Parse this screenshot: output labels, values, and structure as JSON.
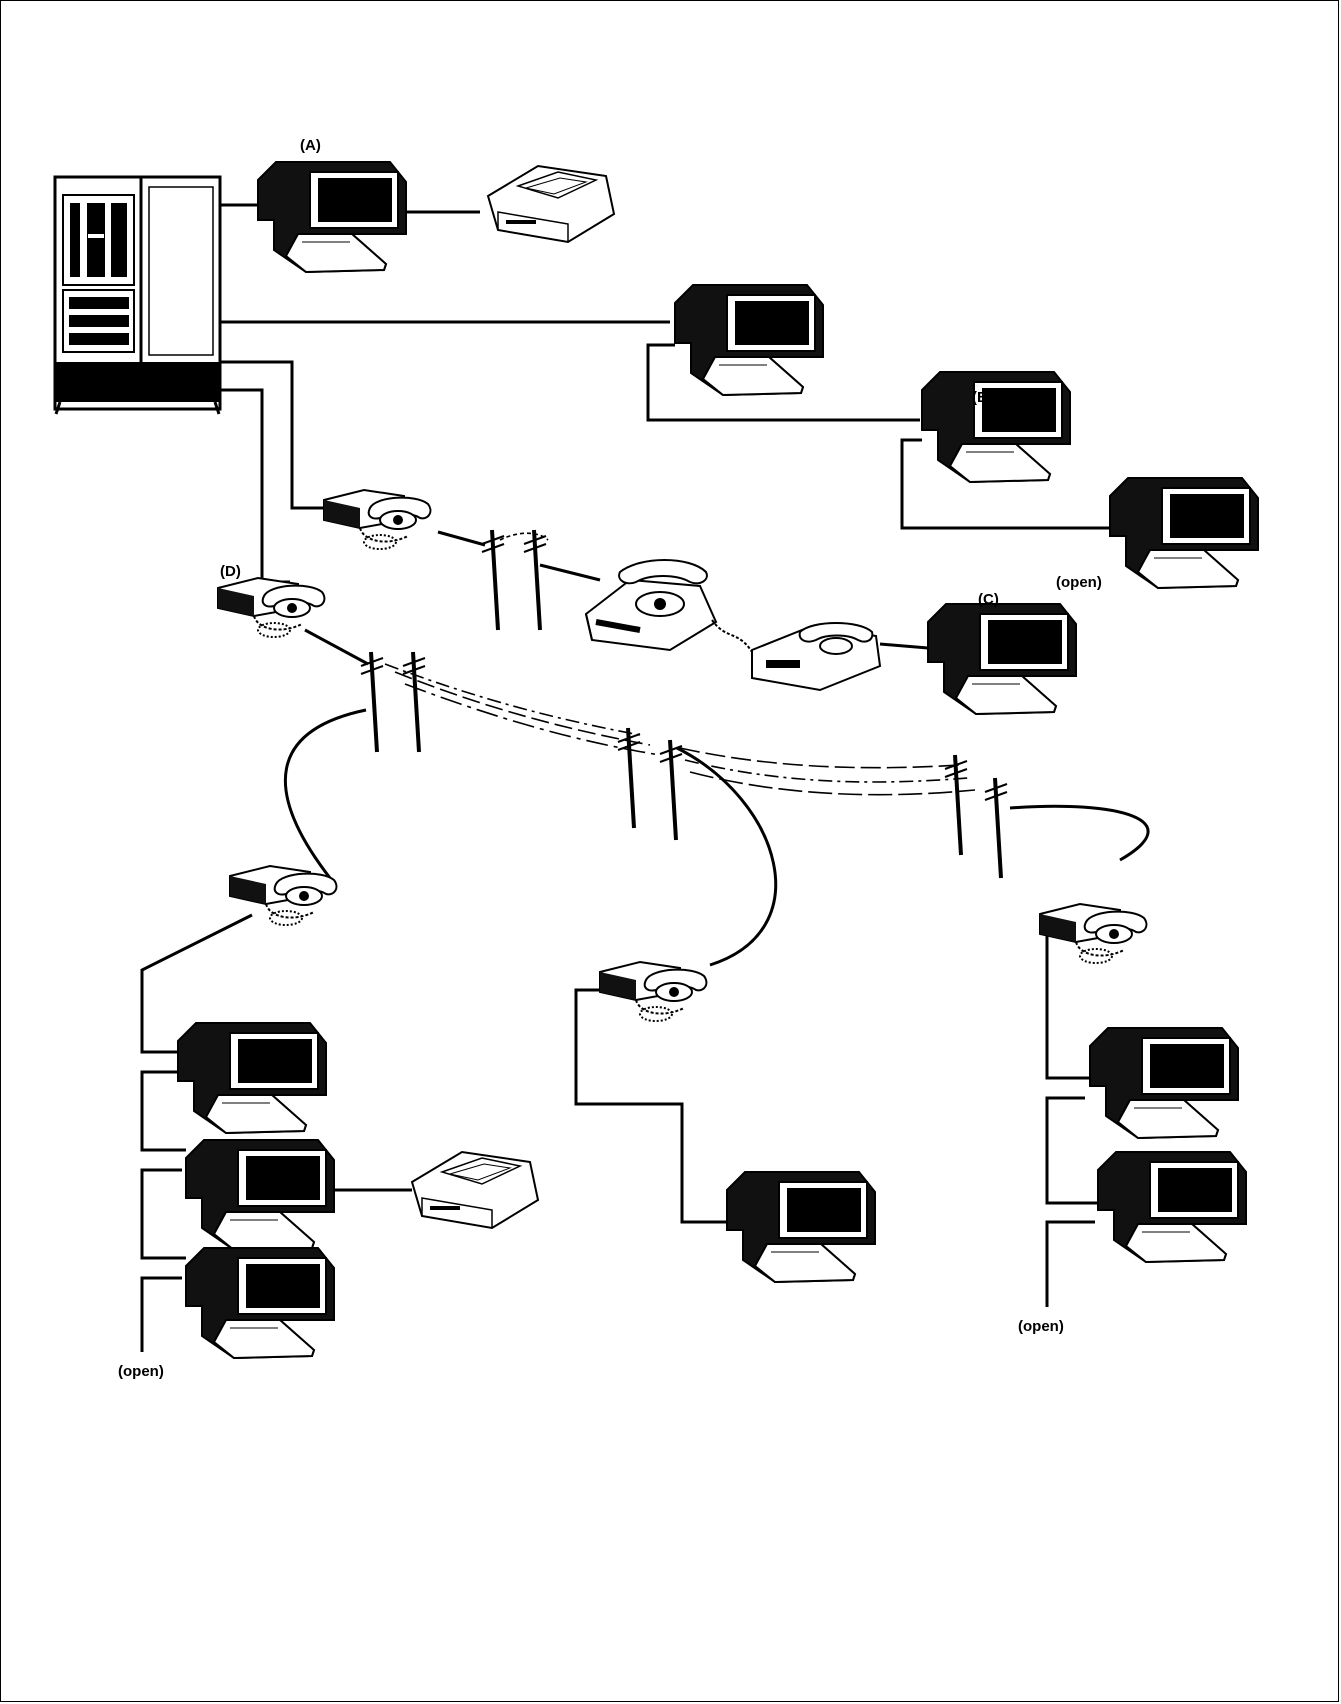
{
  "labels": {
    "a": "(A)",
    "b": "(B)",
    "c": "(C)",
    "d": "(D)",
    "open_b": "(open)",
    "open_left": "(open)",
    "open_right": "(open)"
  },
  "colors": {
    "ink": "#000000",
    "paper": "#ffffff"
  }
}
